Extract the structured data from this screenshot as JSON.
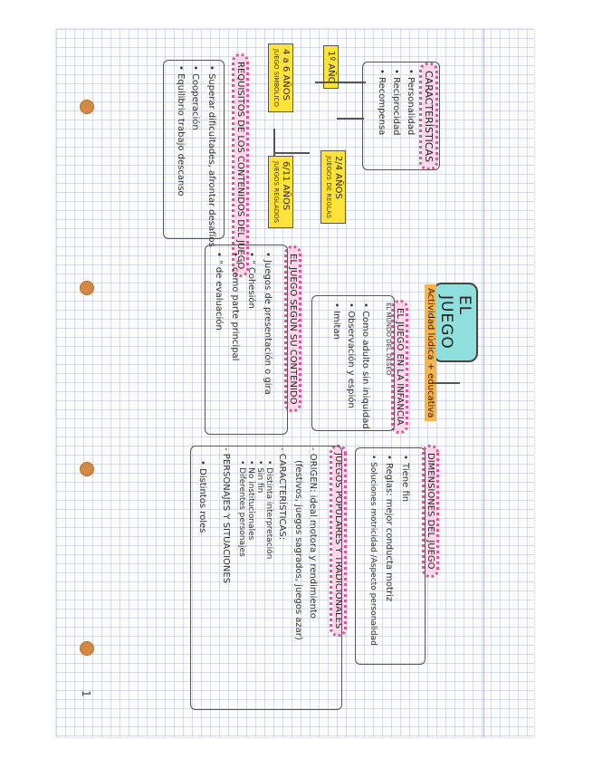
{
  "title": "EL JUEGO",
  "subtitle": "Actividad lúdica + educativa",
  "caracteristicas": {
    "heading": "CARACTERÍSTICAS",
    "items": [
      "• Personalidad",
      "• Reciprocidad",
      "• Recompensa"
    ]
  },
  "primer_ano": {
    "label": "1º AÑO"
  },
  "edad_4_6": {
    "label": "4 a 6 AÑOS",
    "sub": "JUEGO SIMBÓLICO"
  },
  "edad_2_4": {
    "label": "2/4 AÑOS",
    "sub": "JUEGOS DE REGLAS"
  },
  "edad_6_11": {
    "label": "6/11 AÑOS",
    "sub": "JUEGOS REGLADOS"
  },
  "requisitos": {
    "heading": "REQUISITOS DE LOS CONTENIDOS DEL JUEGO",
    "items": [
      "• Superar dificultades, afrontar desafíos",
      "• Cooperación",
      "• Equilibrio trabajo descanso"
    ]
  },
  "infancia": {
    "heading": "EL JUEGO EN LA INFANCIA",
    "sub": "EL MUNDO DEL DESEO",
    "items": [
      "• Como adulto sin iniquidad",
      "• Observación y espión",
      "• Imitan"
    ]
  },
  "contenido": {
    "heading": "EL JUEGO SEGÚN SU CONTENIDO",
    "items": [
      "• Juegos de presentación o gira",
      "• \" Cohesión",
      "• \" como parte principal",
      "• \" de evaluación"
    ]
  },
  "dimensiones": {
    "heading": "DIMENSIONES DEL JUEGO",
    "items": [
      "• Tiene fin",
      "• Reglas: mejor conducta motriz",
      "• Soluciones motricidad /Aspecto personalidad"
    ]
  },
  "populares": {
    "heading": "JUEGOS POPULARES Y TRADICIONALES",
    "origen": "- ORIGEN: ideal motora y rendimiento",
    "origen2": "(festivos, juegos sagrados, juegos azar)",
    "caract": "- CARACTERÍSTICAS:",
    "caract_items": [
      "• Distinta interpretación",
      "• Sin fin",
      "• No institucionales",
      "• Diferentes personajes"
    ],
    "personajes": "- PERSONAJES Y SITUACIONES",
    "roles": "• Distintos roles"
  },
  "page_number": "1"
}
